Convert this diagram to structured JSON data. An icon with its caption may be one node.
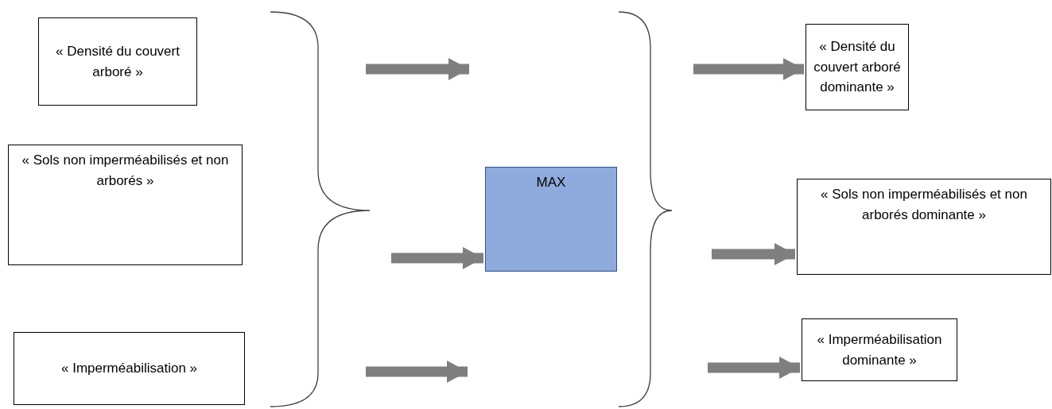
{
  "diagram": {
    "nodes": [
      {
        "text": [
          "« Densité du couvert arboré »"
        ]
      },
      {
        "text": [
          "« Sols non imperméabilisés et non arborés »"
        ]
      },
      {
        "text": [
          "« Imperméabilisation »"
        ]
      },
      {
        "text": [
          "MAX"
        ]
      },
      {
        "text": [
          "« Densité du couvert arboré dominante »"
        ]
      },
      {
        "text": [
          "« Sols non imperméabilisés et non arborés dominante »"
        ]
      },
      {
        "text": [
          "« Imperméabilisation dominante »"
        ]
      }
    ],
    "edges": [
      {
        "from": null,
        "to": 3,
        "arrow": "to"
      },
      {
        "from": null,
        "to": 4,
        "arrow": "to"
      },
      {
        "from": null,
        "to": 5,
        "arrow": "to"
      },
      {
        "from": null,
        "to": 6,
        "arrow": "to"
      }
    ]
  }
}
